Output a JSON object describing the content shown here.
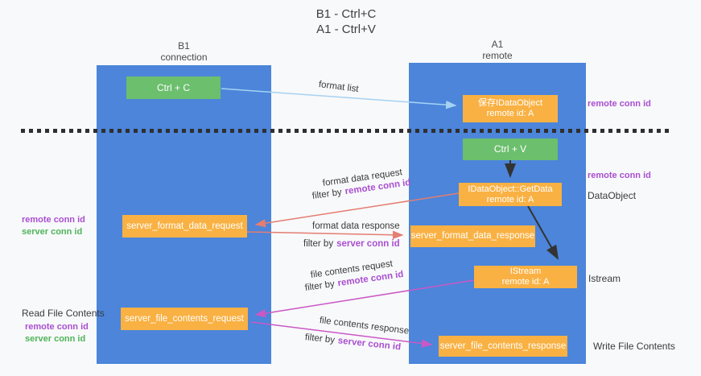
{
  "title": {
    "line1": "B1 - Ctrl+C",
    "line2": "A1 - Ctrl+V"
  },
  "columns": {
    "left": {
      "name": "B1",
      "sub": "connection"
    },
    "right": {
      "name": "A1",
      "sub": "remote"
    }
  },
  "nodes": {
    "ctrl_c": "Ctrl + C",
    "ctrl_v": "Ctrl + V",
    "save_dataobject": {
      "line1": "保存IDataObject",
      "line2": "remote id: A"
    },
    "getdata": {
      "line1": "IDataObject::GetData",
      "line2": "remote id: A"
    },
    "istream": {
      "line1": "IStream",
      "line2": "remote id: A"
    },
    "format_request": "server_format_data_request",
    "format_response": "server_format_data_response",
    "file_request": "server_file_contents_request",
    "file_response": "server_file_contents_response"
  },
  "edge_labels": {
    "format_list": "format list",
    "format_data_request": "format data request",
    "format_data_response": "format data response",
    "file_contents_request": "file contents request",
    "file_contents_response": "file contents response",
    "filter_by": "filter by",
    "remote_conn_id": "remote conn id",
    "server_conn_id": "server conn id"
  },
  "side_labels": {
    "remote_conn_id_top": "remote conn id",
    "remote_conn_id_mid": "remote conn id",
    "dataobject": "DataObject",
    "istream": "Istream",
    "write_file_contents": "Write File Contents",
    "read_file_contents": "Read File Contents",
    "left_remote_conn_id_1": "remote conn id",
    "left_server_conn_id_1": "server conn id",
    "left_remote_conn_id_2": "remote conn id",
    "left_server_conn_id_2": "server conn id"
  },
  "colors": {
    "background": "#f8f9fa",
    "column_blue": "#4c85da",
    "box_green": "#6cbf6d",
    "box_orange": "#f9b143",
    "arrow_light_blue": "#a5d2f2",
    "arrow_salmon": "#e47d72",
    "arrow_magenta": "#ca58c6",
    "arrow_black": "#333333",
    "label_purple": "#a94fd1",
    "label_green": "#4fb45a"
  }
}
